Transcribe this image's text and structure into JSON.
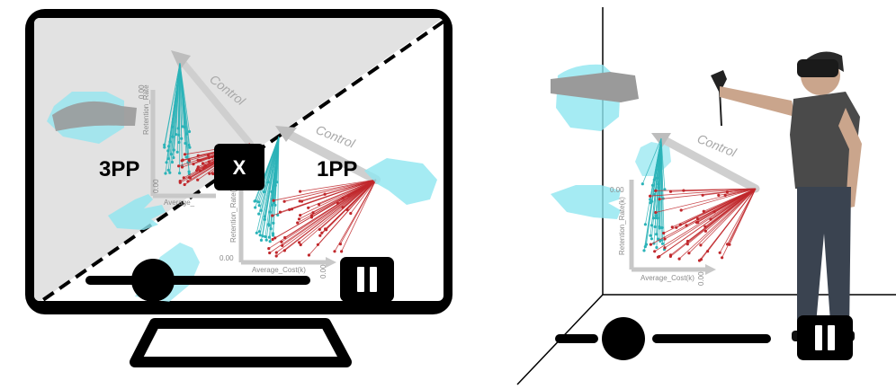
{
  "left_panel": {
    "label_3pp": "3PP",
    "label_1pp": "1PP",
    "toggle_label": "X",
    "control_label_back": "Control",
    "control_label_front": "Control",
    "ylabel_back": "Retention_Rate",
    "xlabel_back": "Average_",
    "ytick_back": "0.00",
    "xtick_back": "0.00",
    "ylabel_front": "Retention_Rate(k)",
    "xlabel_front": "Average_Cost(k)",
    "ytick_front": "0.00",
    "xtick_front": "0.00"
  },
  "right_panel": {
    "control_label": "Control",
    "ylabel": "Retention_Rate(k)",
    "xlabel": "Average_Cost(k)",
    "ytick": "0.00",
    "xtick": "0.00"
  },
  "colors": {
    "teal_series": "#2bb3b8",
    "red_series": "#c0282c",
    "hand_cyan": "#8fe6f0",
    "axis_gray": "#c8c8c8"
  }
}
